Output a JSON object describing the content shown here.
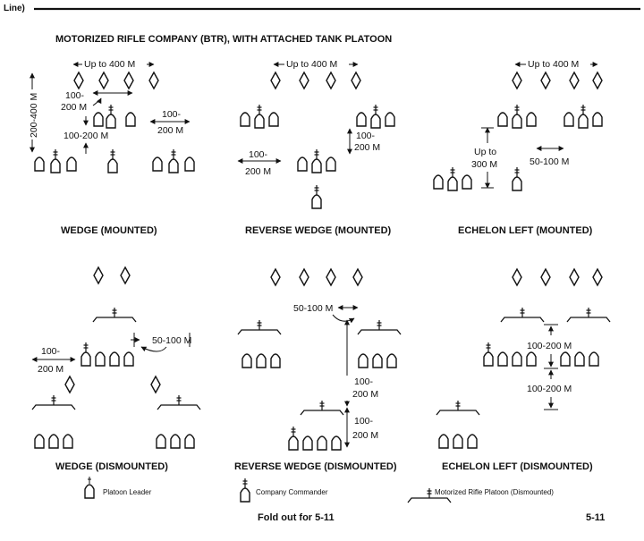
{
  "header": {
    "section_label": "Line)"
  },
  "diagram": {
    "title": "MOTORIZED RIFLE COMPANY (BTR), WITH ATTACHED TANK PLATOON",
    "captions": {
      "wedge_mounted": "WEDGE (MOUNTED)",
      "reverse_wedge_mounted": "REVERSE WEDGE (MOUNTED)",
      "echelon_left_mounted": "ECHELON LEFT (MOUNTED)",
      "wedge_dismounted": "WEDGE (DISMOUNTED)",
      "reverse_wedge_dismounted": "REVERSE WEDGE (DISMOUNTED)",
      "echelon_left_dismounted": "ECHELON LEFT (DISMOUNTED)"
    },
    "dimensions": {
      "up_to_400": "Up to 400 M",
      "d_200_400": "200-400 M",
      "d_100": "100-",
      "d_200m": "200 M",
      "d_100_200": "100-200 M",
      "d_up_to": "Up to",
      "d_300m": "300 M",
      "d_50_100": "50-100 M",
      "d_50_100_nospace": "50-100 M"
    },
    "legend": {
      "platoon_leader": "Platoon Leader",
      "company_commander": "Company Commander",
      "rifle_platoon_dismounted": "Motorized Rifle Platoon (Dismounted)"
    }
  },
  "footer": {
    "foldout": "Fold out for 5-11",
    "page_number": "5-11"
  }
}
